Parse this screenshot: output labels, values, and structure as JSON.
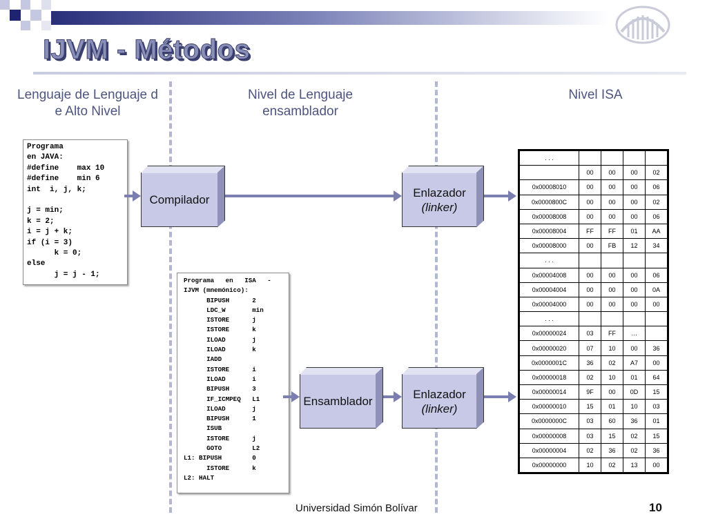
{
  "slide": {
    "title": "IJVM - Métodos",
    "footer": "Universidad Simón Bolívar",
    "page_number": "10"
  },
  "columns": {
    "left": "Lenguaje de Lenguaje de Alto Nivel",
    "middle": "Nivel de Lenguaje ensamblador",
    "right": "Nivel ISA"
  },
  "java_program": {
    "lines": [
      "Programa",
      "en JAVA:",
      "#define    max 10",
      "#define    min 6",
      "int  i, j, k;",
      "",
      "j = min;",
      "k = 2;",
      "i = j + k;",
      "if (i = 3)",
      "      k = 0;",
      "else",
      "      j = j - 1;"
    ]
  },
  "isa_program": {
    "lines": [
      "Programa   en   ISA   -",
      "IJVM (mnemónico):",
      "      BIPUSH      2",
      "      LDC_W       min",
      "      ISTORE      j",
      "      ISTORE      k",
      "      ILOAD       j",
      "      ILOAD       k",
      "      IADD",
      "      ISTORE      i",
      "      ILOAD       i",
      "      BIPUSH      3",
      "      IF_ICMPEQ   L1",
      "      ILOAD       j",
      "      BIPUSH      1",
      "      ISUB",
      "      ISTORE      j",
      "      GOTO        L2",
      "L1: BIPUSH        0",
      "      ISTORE      k",
      "L2: HALT"
    ]
  },
  "boxes": {
    "compilador": "Compilador",
    "enlazador_top_line1": "Enlazador",
    "enlazador_top_line2": "(linker)",
    "ensamblador": "Ensamblador",
    "enlazador_bottom_line1": "Enlazador",
    "enlazador_bottom_line2": "(linker)"
  },
  "memory": {
    "rows": [
      {
        "addr": ". . .",
        "cells": [
          "",
          "",
          "",
          ""
        ]
      },
      {
        "addr": "",
        "cells": [
          "00",
          "00",
          "00",
          "02"
        ]
      },
      {
        "addr": "0x00008010",
        "cells": [
          "00",
          "00",
          "00",
          "06"
        ]
      },
      {
        "addr": "0x0000800C",
        "cells": [
          "00",
          "00",
          "00",
          "02"
        ]
      },
      {
        "addr": "0x00008008",
        "cells": [
          "00",
          "00",
          "00",
          "06"
        ]
      },
      {
        "addr": "0x00008004",
        "cells": [
          "FF",
          "FF",
          "01",
          "AA"
        ]
      },
      {
        "addr": "0x00008000",
        "cells": [
          "00",
          "FB",
          "12",
          "34"
        ]
      },
      {
        "addr": ". . .",
        "cells": [
          "",
          "",
          "",
          ""
        ]
      },
      {
        "addr": "0x00004008",
        "cells": [
          "00",
          "00",
          "00",
          "06"
        ]
      },
      {
        "addr": "0x00004004",
        "cells": [
          "00",
          "00",
          "00",
          "0A"
        ]
      },
      {
        "addr": "0x00004000",
        "cells": [
          "00",
          "00",
          "00",
          "00"
        ]
      },
      {
        "addr": ". . .",
        "cells": [
          "",
          "",
          "",
          ""
        ]
      },
      {
        "addr": "0x00000024",
        "cells": [
          "03",
          "FF",
          "…",
          ""
        ]
      },
      {
        "addr": "0x00000020",
        "cells": [
          "07",
          "10",
          "00",
          "36"
        ]
      },
      {
        "addr": "0x0000001C",
        "cells": [
          "36",
          "02",
          "A7",
          "00"
        ]
      },
      {
        "addr": "0x00000018",
        "cells": [
          "02",
          "10",
          "01",
          "64"
        ]
      },
      {
        "addr": "0x00000014",
        "cells": [
          "9F",
          "00",
          "0D",
          "15"
        ]
      },
      {
        "addr": "0x00000010",
        "cells": [
          "15",
          "01",
          "10",
          "03"
        ]
      },
      {
        "addr": "0x0000000C",
        "cells": [
          "03",
          "60",
          "36",
          "01"
        ]
      },
      {
        "addr": "0x00000008",
        "cells": [
          "03",
          "15",
          "02",
          "15"
        ]
      },
      {
        "addr": "0x00000004",
        "cells": [
          "02",
          "36",
          "02",
          "36"
        ]
      },
      {
        "addr": "0x00000000",
        "cells": [
          "10",
          "02",
          "13",
          "00"
        ]
      }
    ]
  },
  "colors": {
    "box_fill": "#c8c9e6",
    "arrow": "#7a7eb0",
    "heading": "#4d5480"
  }
}
